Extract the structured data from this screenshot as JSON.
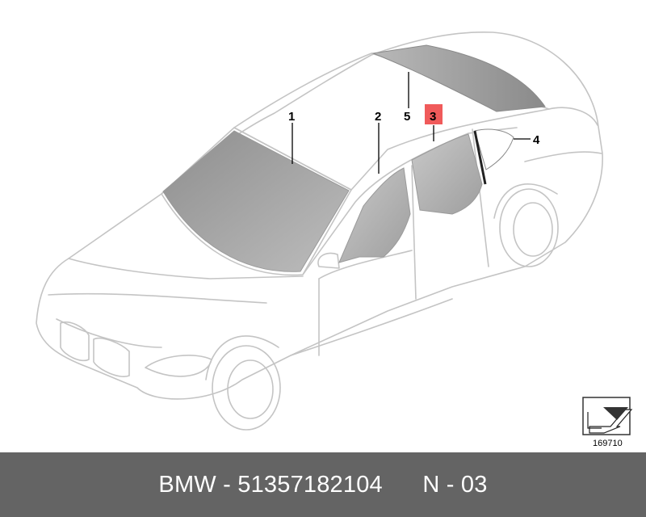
{
  "diagram": {
    "callouts": [
      {
        "id": "1",
        "label": "1",
        "highlighted": false
      },
      {
        "id": "2",
        "label": "2",
        "highlighted": false
      },
      {
        "id": "3",
        "label": "3",
        "highlighted": true
      },
      {
        "id": "4",
        "label": "4",
        "highlighted": false
      },
      {
        "id": "5",
        "label": "5",
        "highlighted": false
      }
    ],
    "reference_number": "169710",
    "highlight_color": "#f05a5a",
    "glass_color": "#a4a4a4"
  },
  "footer": {
    "text": "BMW - 51357182104      N - 03"
  }
}
